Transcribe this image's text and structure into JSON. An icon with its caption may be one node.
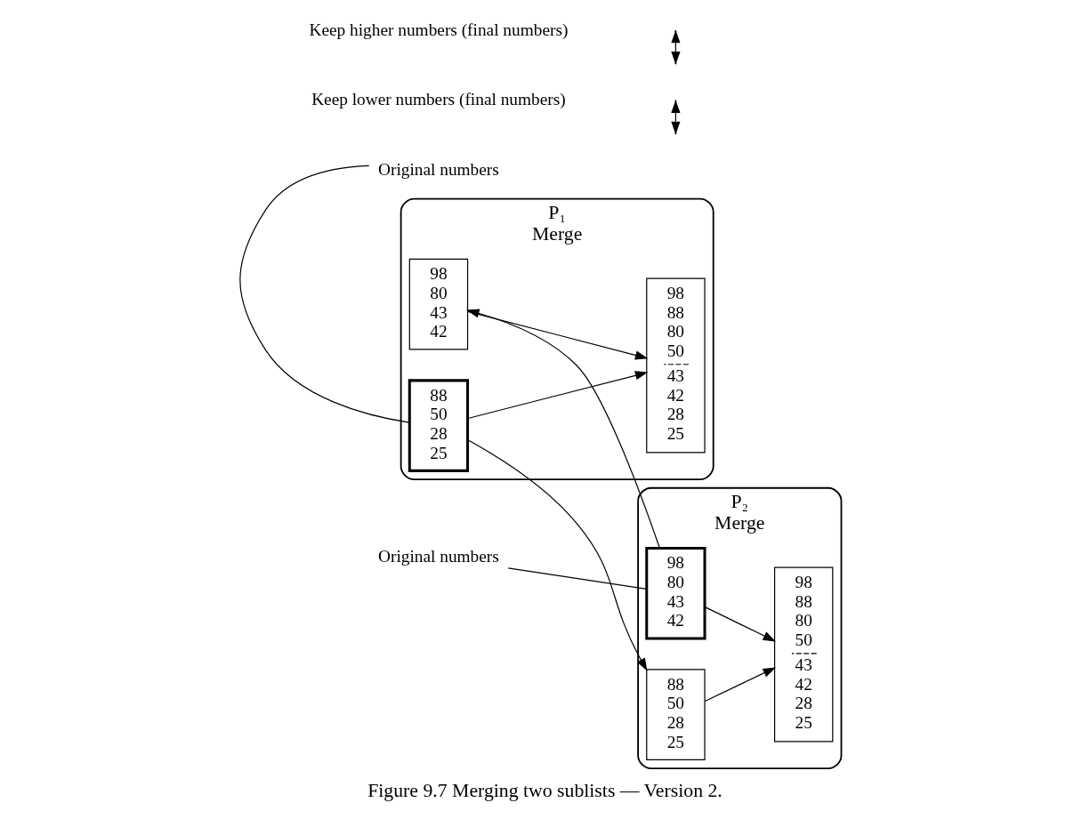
{
  "diagram": {
    "caption": "Figure 9.7 Merging two sublists — Version 2.",
    "nodes": [
      {
        "text": [
          "P₁",
          "Merge"
        ]
      },
      {
        "text": [
          "98 88 80 50",
          "43 42 28 25"
        ],
        "in": 0
      },
      {
        "text": [
          "98 80 43 42"
        ],
        "in": 0
      },
      {
        "text": [
          "88 50 28 25"
        ],
        "in": 0
      },
      {
        "text": [
          "P₂",
          "Merge"
        ]
      },
      {
        "text": [
          "98 80 43 42"
        ],
        "in": 4
      },
      {
        "text": [
          "88 50 28 25"
        ],
        "in": 4
      },
      {
        "text": [
          "98 88 80 50",
          "43 42 28 25"
        ],
        "in": 4
      },
      {
        "text": [
          "Original numbers"
        ]
      },
      {
        "text": [
          "Original numbers"
        ]
      }
    ],
    "edges": [
      {
        "from": 5,
        "to": 2,
        "arrow": "to"
      },
      {
        "from": 3,
        "to": 6,
        "arrow": "to"
      },
      {
        "from": 2,
        "to": 1,
        "arrow": "to"
      },
      {
        "from": 3,
        "to": 1,
        "arrow": "to"
      },
      {
        "from": 5,
        "to": 7,
        "arrow": "to"
      },
      {
        "from": 6,
        "to": 7,
        "arrow": "to"
      },
      {
        "from": 8,
        "to": 5,
        "arrow": "none"
      },
      {
        "from": 9,
        "to": 3,
        "arrow": "none"
      }
    ],
    "labels": [
      "Keep lower numbers (final numbers)",
      "Keep higher numbers (final numbers)"
    ]
  }
}
